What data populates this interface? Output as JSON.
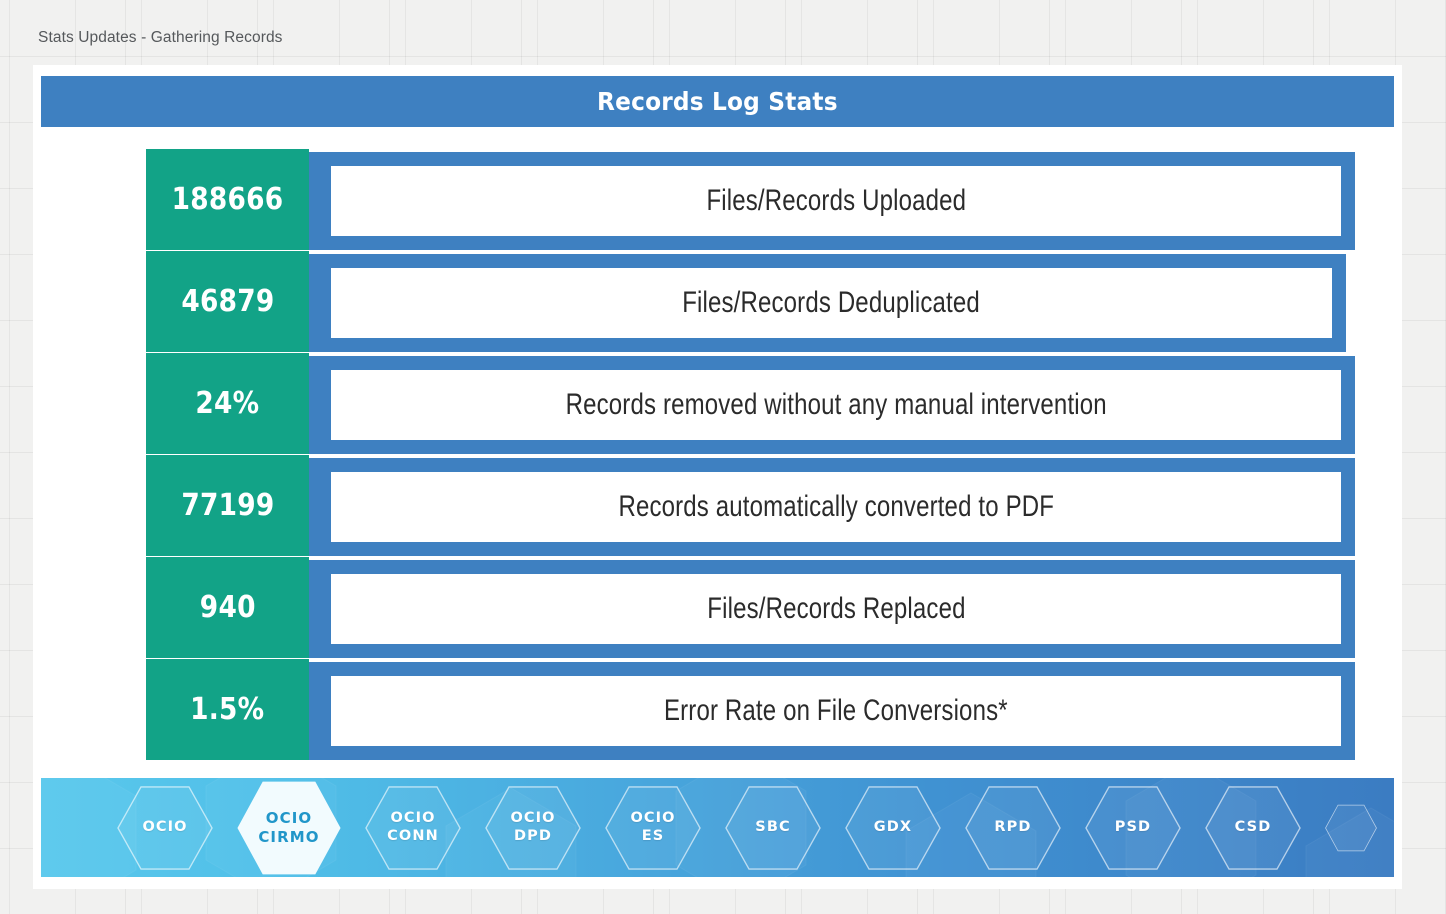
{
  "breadcrumb": "Stats Updates - Gathering Records",
  "card": {
    "title": "Records Log Stats"
  },
  "colors": {
    "blue": "#3e80c1",
    "green": "#12a387",
    "footer_light": "#5ac8ec",
    "footer_dark": "#3b7cc2",
    "page_bg": "#f1f1f0",
    "card_bg": "#ffffff",
    "active_hex_text": "#2196c9"
  },
  "stats": [
    {
      "value": "188666",
      "label": "Files/Records Uploaded"
    },
    {
      "value": "46879",
      "label": "Files/Records Deduplicated"
    },
    {
      "value": "24%",
      "label": "Records removed without any manual intervention"
    },
    {
      "value": "77199",
      "label": "Records automatically converted to PDF"
    },
    {
      "value": "940",
      "label": "Files/Records Replaced"
    },
    {
      "value": "1.5%",
      "label": "Error Rate on File Conversions*"
    }
  ],
  "footer": {
    "hexagons": [
      {
        "line1": "OCIO",
        "line2": "",
        "active": false
      },
      {
        "line1": "OCIO",
        "line2": "CIRMO",
        "active": true
      },
      {
        "line1": "OCIO",
        "line2": "CONN",
        "active": false
      },
      {
        "line1": "OCIO",
        "line2": "DPD",
        "active": false
      },
      {
        "line1": "OCIO",
        "line2": "ES",
        "active": false
      },
      {
        "line1": "SBC",
        "line2": "",
        "active": false
      },
      {
        "line1": "GDX",
        "line2": "",
        "active": false
      },
      {
        "line1": "RPD",
        "line2": "",
        "active": false
      },
      {
        "line1": "PSD",
        "line2": "",
        "active": false
      },
      {
        "line1": "CSD",
        "line2": "",
        "active": false
      },
      {
        "line1": "",
        "line2": "",
        "active": false
      }
    ]
  }
}
